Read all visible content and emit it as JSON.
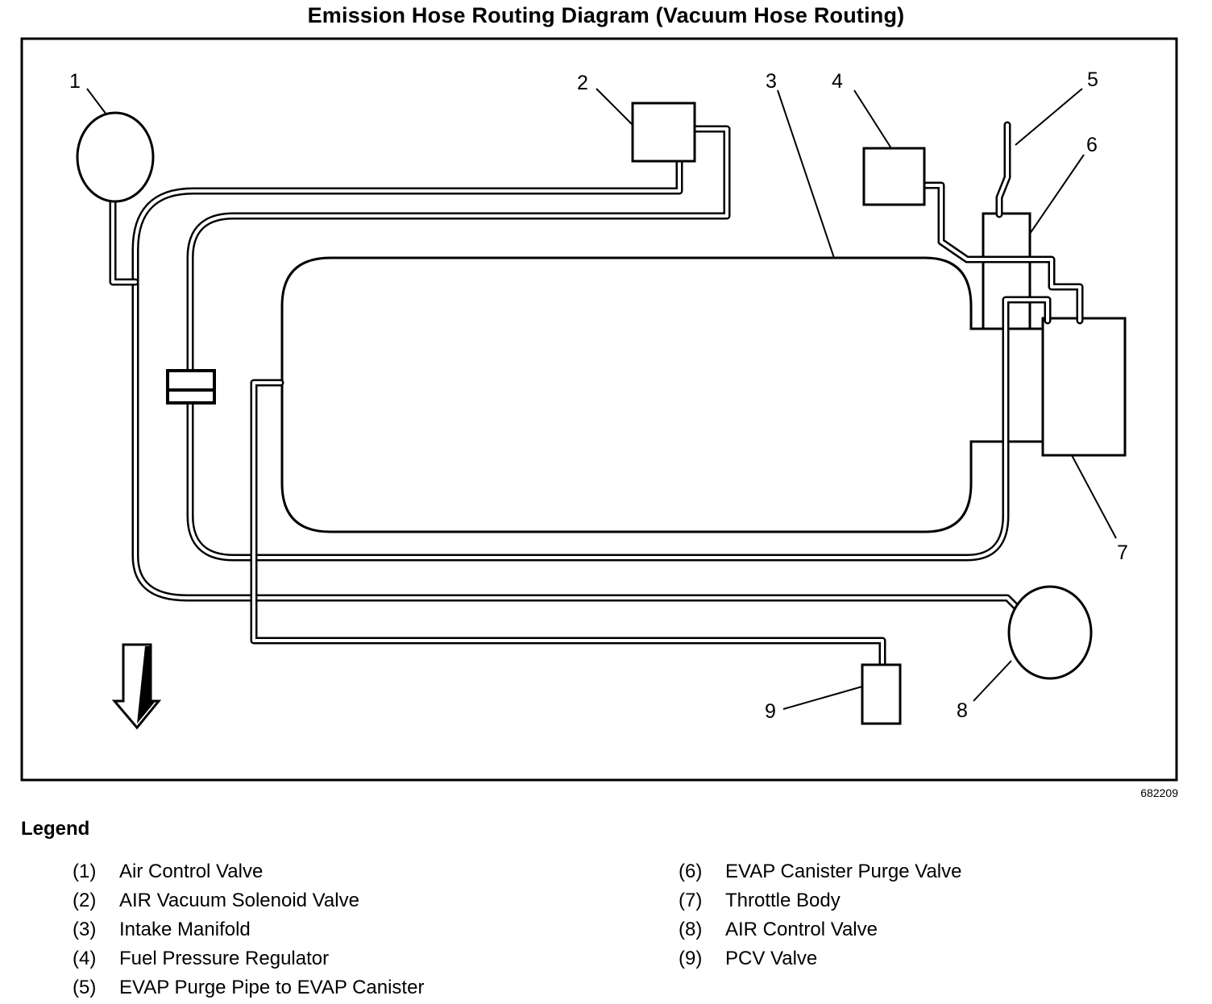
{
  "title": "Emission Hose Routing Diagram (Vacuum Hose Routing)",
  "figure_id": "682209",
  "callouts": {
    "c1": "1",
    "c2": "2",
    "c3": "3",
    "c4": "4",
    "c5": "5",
    "c6": "6",
    "c7": "7",
    "c8": "8",
    "c9": "9"
  },
  "legend": {
    "heading": "Legend",
    "items": [
      {
        "num": "(1)",
        "label": "Air Control Valve"
      },
      {
        "num": "(2)",
        "label": "AIR Vacuum Solenoid Valve"
      },
      {
        "num": "(3)",
        "label": "Intake Manifold"
      },
      {
        "num": "(4)",
        "label": "Fuel Pressure Regulator"
      },
      {
        "num": "(5)",
        "label": "EVAP Purge Pipe to EVAP Canister"
      },
      {
        "num": "(6)",
        "label": "EVAP Canister Purge Valve"
      },
      {
        "num": "(7)",
        "label": "Throttle Body"
      },
      {
        "num": "(8)",
        "label": "AIR Control Valve"
      },
      {
        "num": "(9)",
        "label": "PCV Valve"
      }
    ]
  }
}
